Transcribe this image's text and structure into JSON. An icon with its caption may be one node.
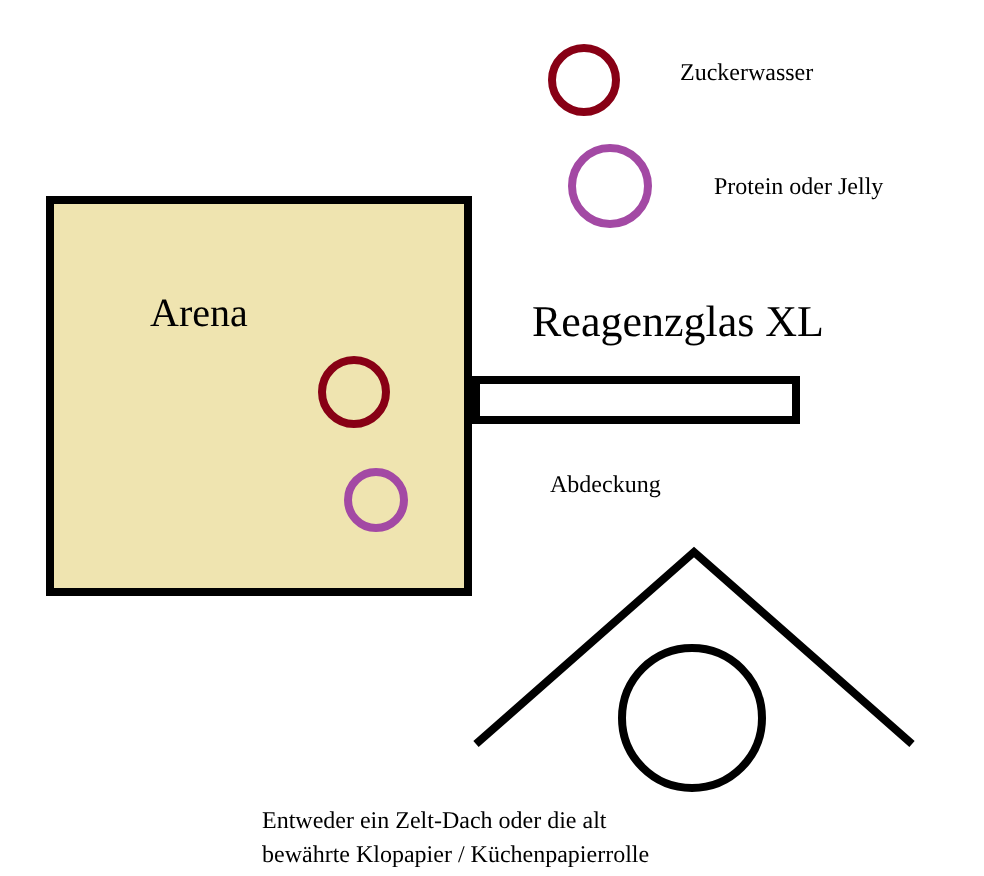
{
  "diagram": {
    "caption": "Entweder ein Zelt-Dach oder die alt bewährte Klopapier / Küchenpapierrolle",
    "nodes": [
      {
        "text": [
          "Arena"
        ]
      },
      {
        "text": [],
        "shape": "circle",
        "in": 0
      },
      {
        "text": [],
        "shape": "circle",
        "in": 0
      },
      {
        "text": [
          "Reagenzglas XL"
        ]
      }
    ],
    "edges": [],
    "labels": [
      "Abdeckung"
    ],
    "legend": [
      {
        "text": "Zuckerwasser"
      },
      {
        "text": "Protein oder Jelly"
      }
    ]
  }
}
